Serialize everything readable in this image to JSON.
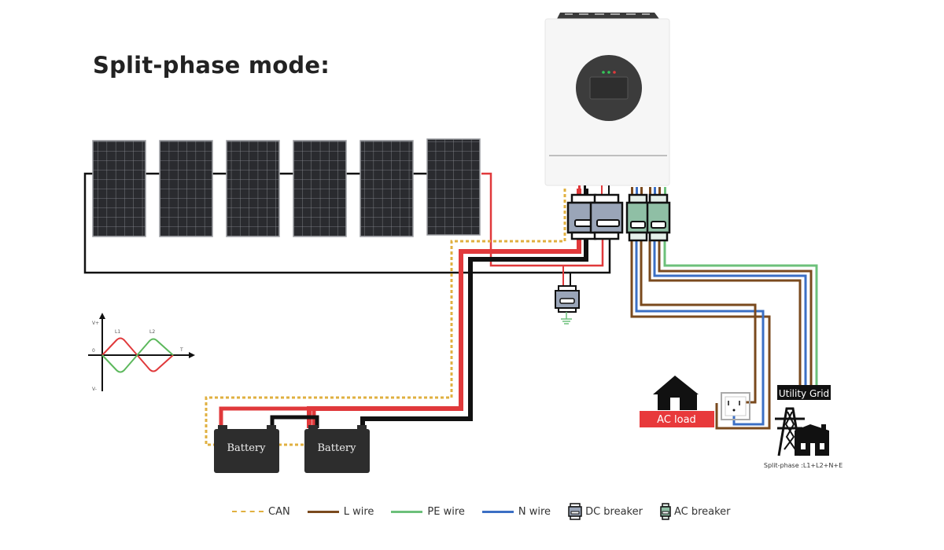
{
  "title": "Split-phase mode:",
  "solar_panels": {
    "count": 6
  },
  "waveform": {
    "y_top_label": "V+",
    "y_bottom_label": "V-",
    "origin_label": "0",
    "x_label": "T",
    "series": [
      {
        "name": "L1",
        "color": "#e0393b"
      },
      {
        "name": "L2",
        "color": "#5cb85c"
      }
    ]
  },
  "batteries": [
    {
      "label": "Battery"
    },
    {
      "label": "Battery"
    }
  ],
  "ac_load": {
    "label": "AC load"
  },
  "utility_grid": {
    "label": "Utility Grid",
    "caption": "Split-phase :L1+L2+N+E"
  },
  "inverter": {
    "led_colors": [
      "#34c759",
      "#34c759",
      "#e0393b"
    ]
  },
  "legend": [
    {
      "label": "CAN",
      "kind": "dashed",
      "color": "#e0b040"
    },
    {
      "label": "L wire",
      "kind": "solid",
      "color": "#7a4a1e"
    },
    {
      "label": "PE wire",
      "kind": "solid",
      "color": "#6cc07a"
    },
    {
      "label": "N wire",
      "kind": "solid",
      "color": "#3b6fc4"
    },
    {
      "label": "DC breaker",
      "kind": "icon-dc"
    },
    {
      "label": "AC breaker",
      "kind": "icon-ac"
    }
  ],
  "colors": {
    "dc_positive": "#e0393b",
    "dc_negative": "#111111",
    "can": "#e0b040",
    "l_wire": "#7a4a1e",
    "n_wire": "#3b6fc4",
    "pe_wire": "#6cc07a",
    "dc_breaker": "#9aa5b8",
    "ac_breaker": "#8fbfa5"
  }
}
